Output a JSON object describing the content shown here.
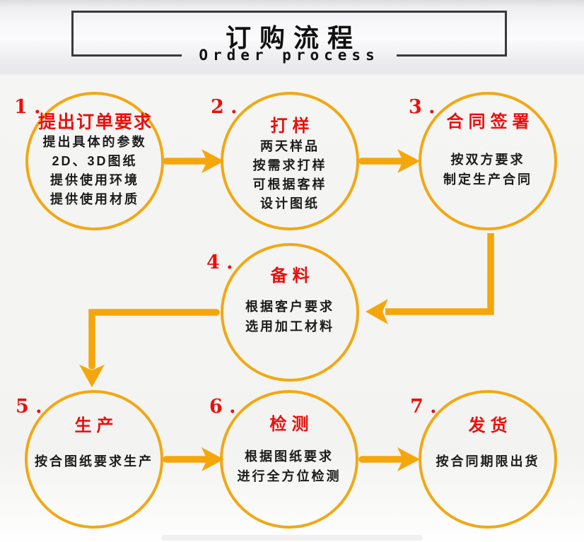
{
  "header": {
    "title": "订购流程",
    "subtitle": "Order process"
  },
  "colors": {
    "accent_orange": "#F5A60B",
    "circle_gold": "#F1A814",
    "accent_red": "#E8100E",
    "header_border": "#3A3A3C",
    "text_dark": "#1C1C1C"
  },
  "steps": [
    {
      "number": "1 .",
      "title": "提出订单要求",
      "lines": [
        "提出具体的参数",
        "2D、3D图纸",
        "提供使用环境",
        "提供使用材质"
      ]
    },
    {
      "number": "2 .",
      "title": "打样",
      "lines": [
        "两天样品",
        "按需求打样",
        "可根据客样",
        "设计图纸"
      ]
    },
    {
      "number": "3 .",
      "title": "合同签署",
      "lines": [
        "按双方要求",
        "制定生产合同"
      ]
    },
    {
      "number": "4 .",
      "title": "备料",
      "lines": [
        "根据客户要求",
        "选用加工材料"
      ]
    },
    {
      "number": "5 .",
      "title": "生产",
      "lines": [
        "按合图纸要求生产"
      ]
    },
    {
      "number": "6 .",
      "title": "检测",
      "lines": [
        "根据图纸要求",
        "进行全方位检测"
      ]
    },
    {
      "number": "7 .",
      "title": "发货",
      "lines": [
        "按合同期限出货"
      ]
    }
  ]
}
